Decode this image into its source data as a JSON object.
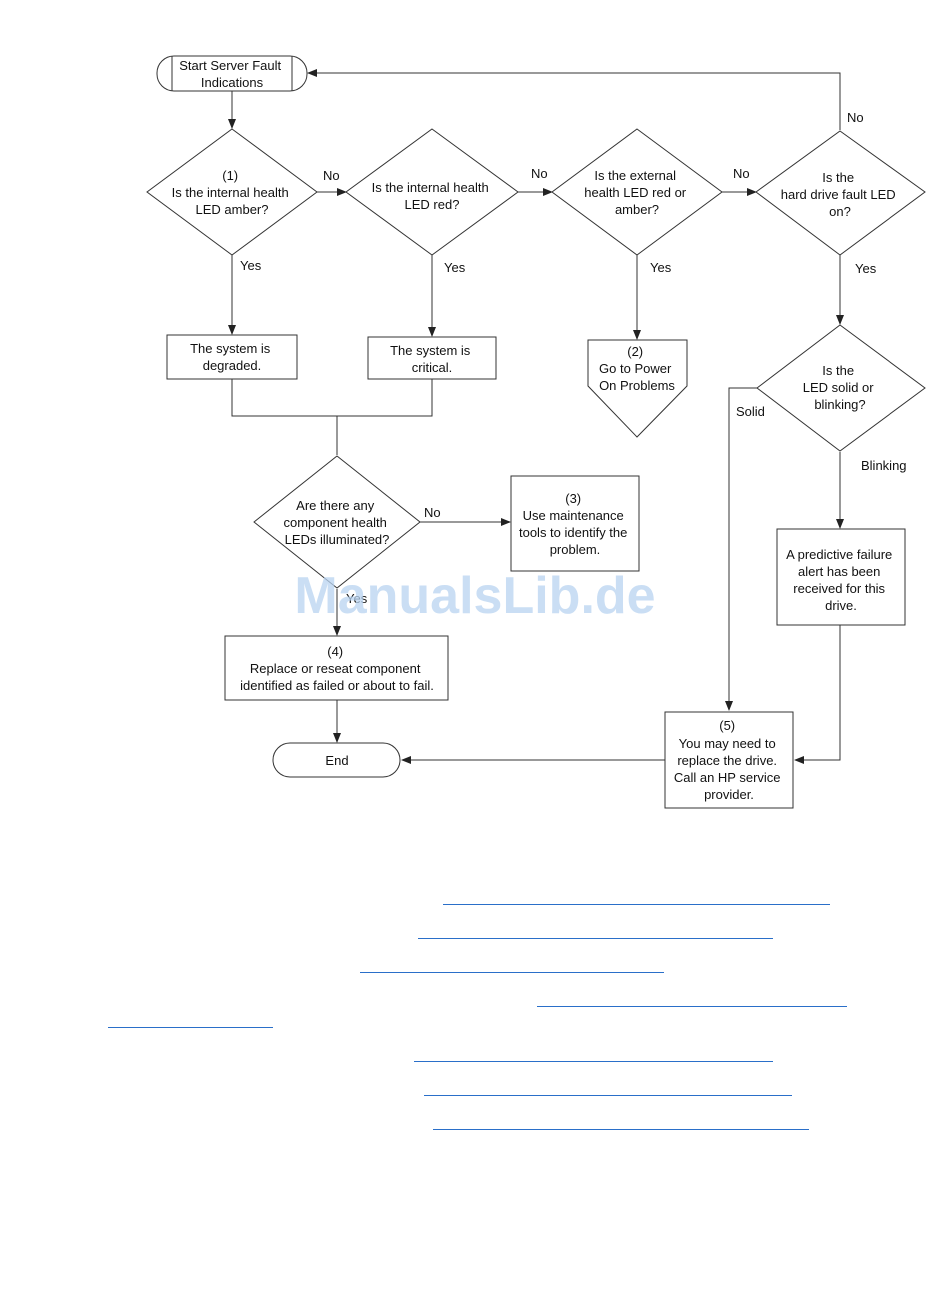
{
  "nodes": {
    "start": [
      "Start Server Fault",
      "Indications"
    ],
    "q1": [
      "(1)",
      "Is the internal health",
      "LED amber?"
    ],
    "q2": [
      "Is the internal health",
      "LED red?"
    ],
    "q3": [
      "Is the external",
      "health LED red or",
      "amber?"
    ],
    "q4": [
      "Is the",
      "hard drive fault LED",
      "on?"
    ],
    "degraded": [
      "The system is",
      "degraded."
    ],
    "critical": [
      "The system is",
      "critical."
    ],
    "power": [
      "(2)",
      "Go to Power",
      "On Problems"
    ],
    "q_solid": [
      "Is the",
      "LED solid or",
      "blinking?"
    ],
    "q_component": [
      "Are there any",
      "component health",
      "LEDs illuminated?"
    ],
    "maintenance": [
      "(3)",
      "Use maintenance",
      "tools to identify the",
      "problem."
    ],
    "predictive": [
      "A predictive failure",
      "alert has been",
      "received for this",
      "drive."
    ],
    "replace": [
      "(4)",
      "Replace or reseat component",
      "identified as failed or about to fail."
    ],
    "end": [
      "End"
    ],
    "drive": [
      "(5)",
      "You may need to",
      "replace the drive.",
      "Call an HP service",
      "provider."
    ]
  },
  "edge_labels": {
    "q1_no": "No",
    "q2_no": "No",
    "q3_no": "No",
    "q4_no": "No",
    "q1_yes": "Yes",
    "q2_yes": "Yes",
    "q3_yes": "Yes",
    "q4_yes": "Yes",
    "solid": "Solid",
    "blinking": "Blinking",
    "component_no": "No",
    "component_yes": "Yes"
  },
  "watermark": "ManualsLib.de"
}
